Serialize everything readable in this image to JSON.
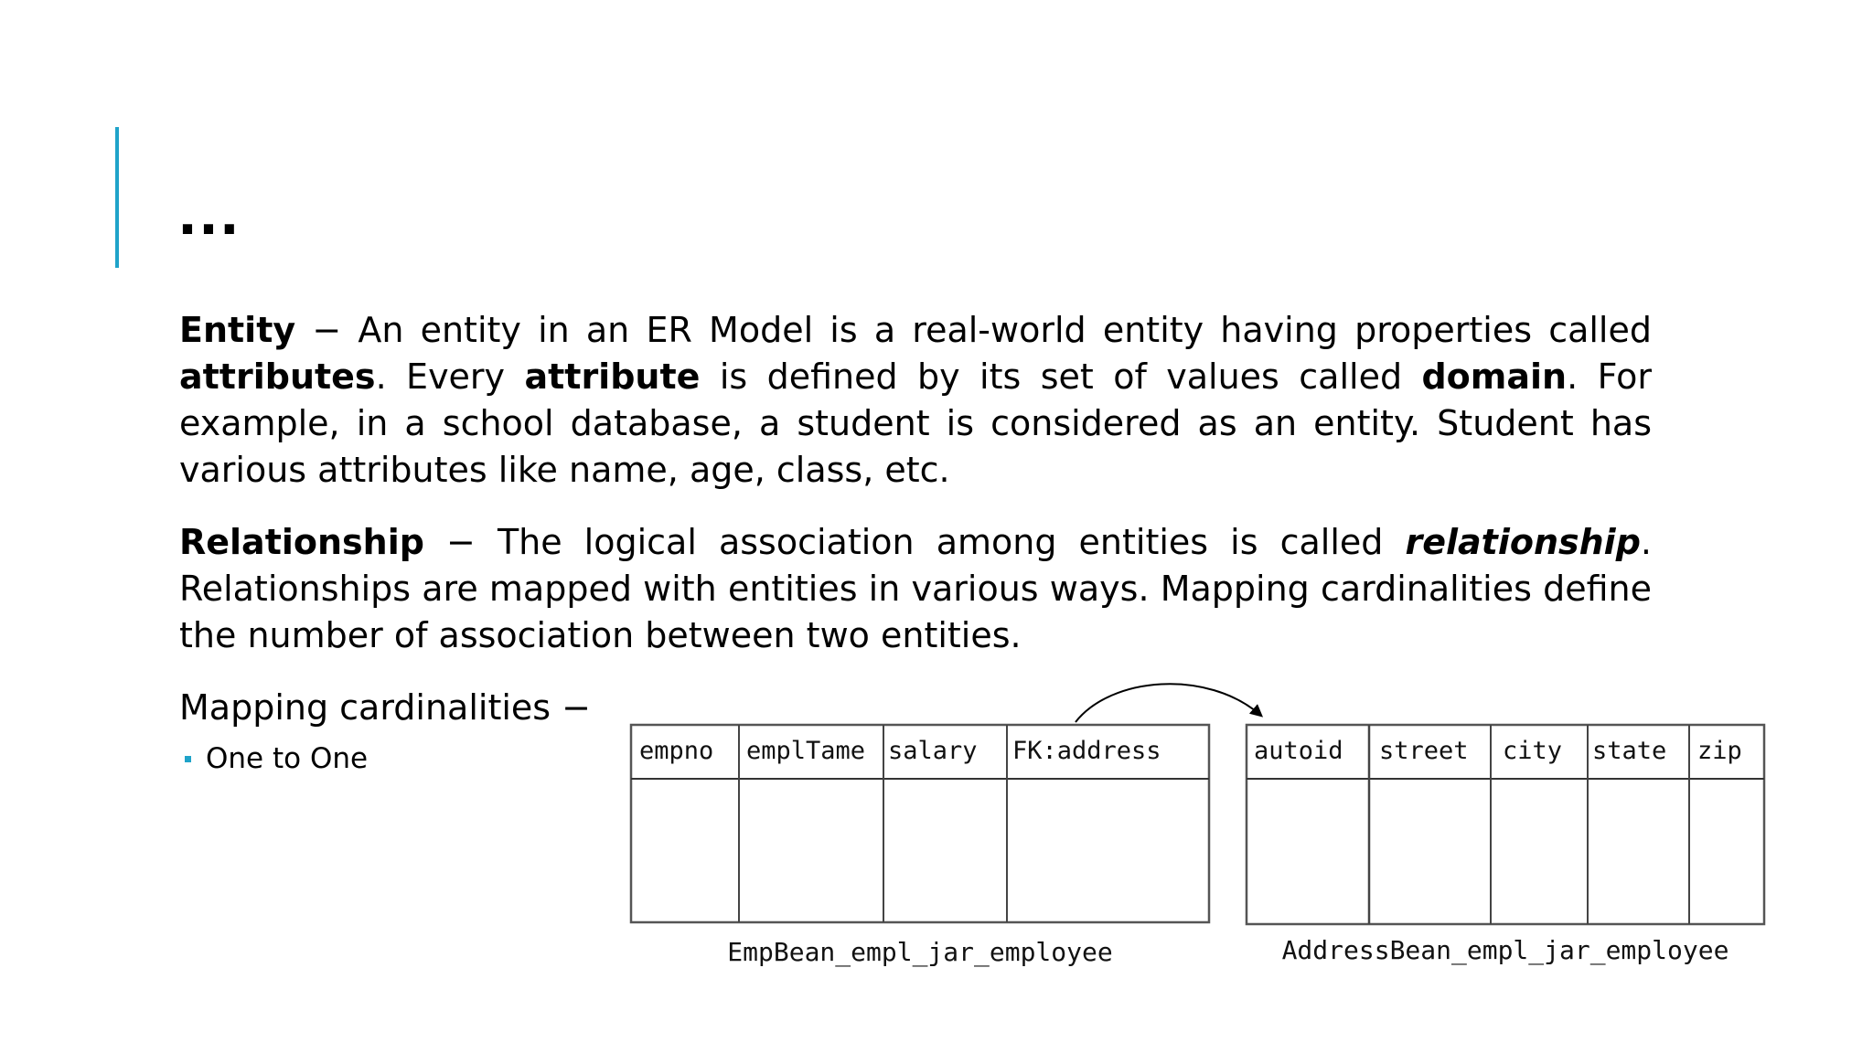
{
  "slide": {
    "title": "…",
    "accent_color": "#1fa3c9"
  },
  "entity_paragraph": {
    "term": "Entity",
    "sep": " − ",
    "t1": "An entity in an ER Model is a real-world entity having properties called ",
    "b1": "attributes",
    "t2": ". Every ",
    "b2": "attribute",
    "t3": " is defined by its set of values called ",
    "b3": "domain",
    "t4": ". For example, in a school database, a student is considered as an entity. Student has various attributes like name, age, class, etc."
  },
  "relationship_paragraph": {
    "term": "Relationship",
    "sep": " − ",
    "t1": "The logical association among entities is called ",
    "bi1": "relationship",
    "t2": ". Relationships are mapped with entities in various ways. Mapping cardinalities define the number of association between two entities."
  },
  "mapping": {
    "heading": "Mapping cardinalities −",
    "bullets": [
      "One to One"
    ]
  },
  "diagram": {
    "left_table": {
      "columns": [
        "empno",
        "emplTame",
        "salary",
        "FK:address"
      ],
      "caption": "EmpBean_empl_jar_employee"
    },
    "right_table": {
      "columns": [
        "autoid",
        "street",
        "city",
        "state",
        "zip"
      ],
      "caption": "AddressBean_empl_jar_employee"
    }
  }
}
